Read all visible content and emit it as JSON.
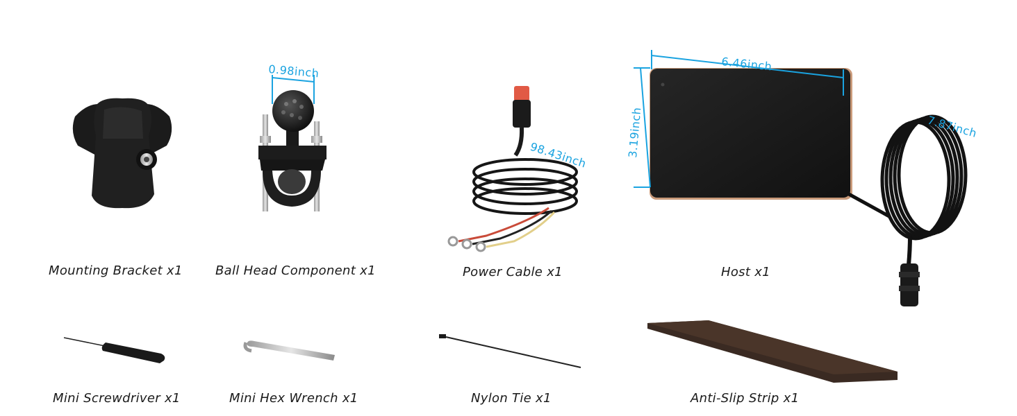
{
  "items": [
    {
      "label": "Mounting Bracket x1"
    },
    {
      "label": "Ball Head Component x1"
    },
    {
      "label": "Power Cable x1"
    },
    {
      "label": "Host x1"
    },
    {
      "label": "Mini Screwdriver x1"
    },
    {
      "label": "Mini Hex Wrench x1"
    },
    {
      "label": "Nylon Tie x1"
    },
    {
      "label": "Anti-Slip Strip x1"
    }
  ],
  "dimensions": {
    "ball_head": "0.98inch",
    "cable_length": "98.43inch",
    "host_width": "6.46inch",
    "host_height": "3.19inch",
    "host_cable": "7.87inch"
  },
  "colors": {
    "dimension": "#1aa3e0",
    "label": "#1a1a1a",
    "product": "#1c1c1c",
    "background": "#ffffff"
  }
}
